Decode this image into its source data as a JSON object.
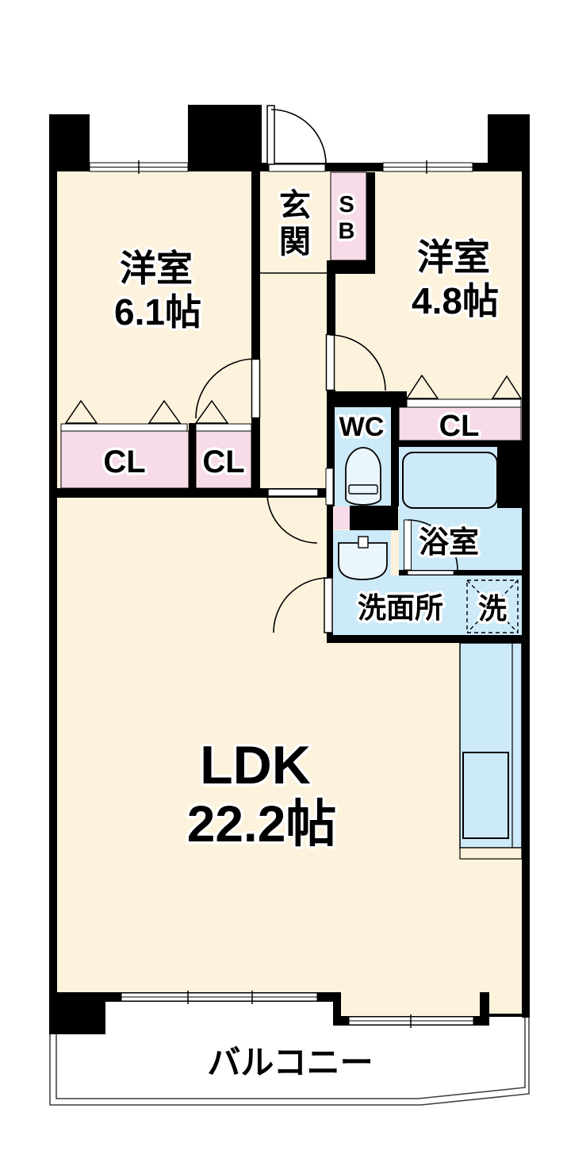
{
  "colors": {
    "wall": "#000000",
    "floor_cream": "#fdf3dd",
    "closet_pink": "#f7dbe8",
    "wet_blue": "#cdeaf8",
    "fixture_fill": "#eaf6fc",
    "window_white": "#ffffff",
    "outline_gray": "#3c3c3c"
  },
  "rooms": {
    "bedroom1": {
      "label": "洋室",
      "size": "6.1帖"
    },
    "bedroom2": {
      "label": "洋室",
      "size": "4.8帖"
    },
    "ldk": {
      "label": "LDK",
      "size": "22.2帖"
    },
    "entrance": {
      "label": "玄関"
    },
    "shoe_box": {
      "label": "SB"
    },
    "closet_main": {
      "label": "CL"
    },
    "closet_hall": {
      "label": "CL"
    },
    "closet_bedroom2": {
      "label": "CL"
    },
    "toilet": {
      "label": "WC"
    },
    "bathroom": {
      "label": "浴室"
    },
    "washroom": {
      "label": "洗面所"
    },
    "laundry": {
      "label": "洗"
    },
    "balcony": {
      "label": "バルコニー"
    }
  }
}
